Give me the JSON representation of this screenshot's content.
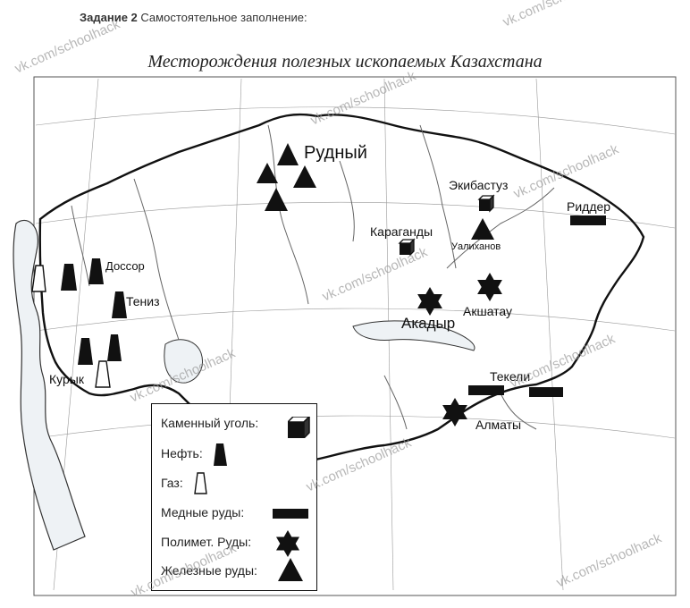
{
  "header": {
    "task_bold": "Задание 2",
    "task_text": " Самостоятельное заполнение:"
  },
  "map": {
    "title": "Месторождения полезных ископаемых Казахстана"
  },
  "places": {
    "rudny": "Рудный",
    "ekibastuz": "Экибастуз",
    "karagandy": "Караганды",
    "ualikhanov": "Уалиханов",
    "ridder": "Риддер",
    "dossor": "Доссор",
    "teniz": "Тениз",
    "kuryk": "Курык",
    "akadyr": "Акадыр",
    "akshatau": "Акшатау",
    "tekeli": "Текели",
    "almaty": "Алматы"
  },
  "legend": {
    "coal": "Каменный уголь:",
    "oil": "Нефть:",
    "gas": "Газ:",
    "copper": "Медные руды:",
    "polymetal": "Полимет. Руды:",
    "iron": "Железные руды:"
  },
  "watermark": "vk.com/schoolhack",
  "colors": {
    "symbol": "#111111",
    "map_lines": "#555555",
    "watermark": "#9a9a9a"
  },
  "symbols": {
    "coal": "cube-icon",
    "oil": "black-trapezoid-icon",
    "gas": "white-trapezoid-icon",
    "copper": "black-bar-icon",
    "polymetal": "six-point-star-icon",
    "iron": "triangle-icon"
  }
}
